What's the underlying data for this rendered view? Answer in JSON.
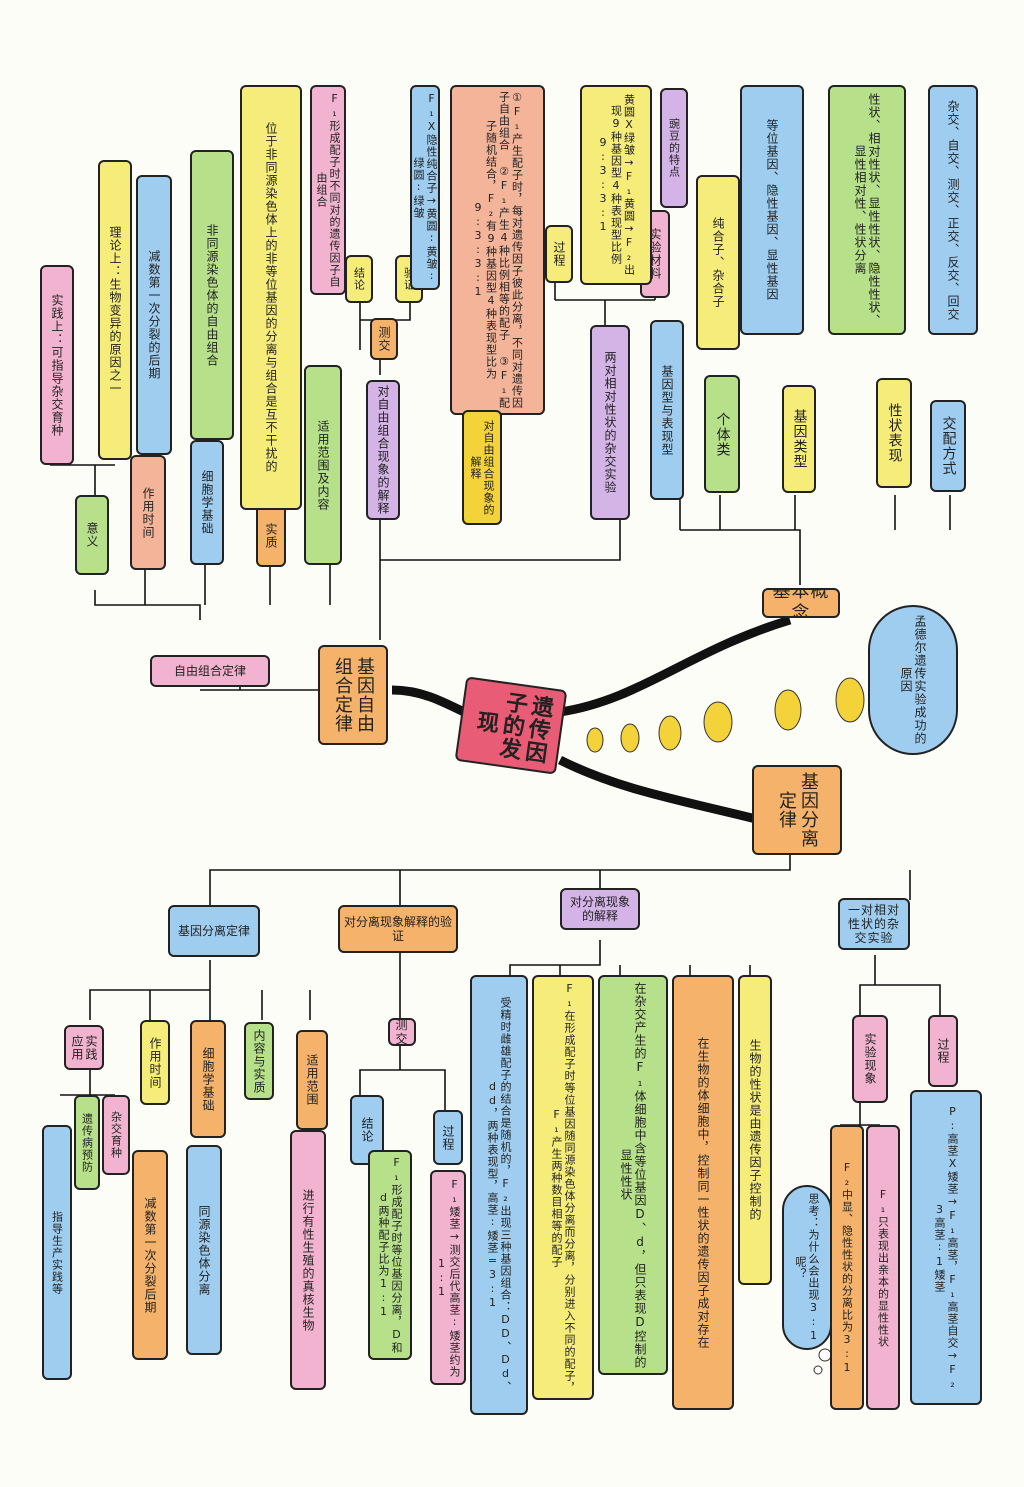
{
  "center": {
    "title": "遗传因子的发现"
  },
  "branches": {
    "concepts": "基本概念",
    "free_combination": "基因自由组合定律",
    "segregation": "基因分离定律",
    "success_reason": "孟德尔遗传实验成功的原因"
  },
  "concepts": {
    "cross_methods": {
      "label": "交配方式",
      "detail": "杂交、自交、测交、正交、反交、回交"
    },
    "traits": {
      "label": "性状表现",
      "detail": "性状、相对性状、显性性状、隐性性状、显性相对性、性状分离"
    },
    "genes": {
      "label": "基因类型",
      "detail": "等位基因、隐性基因、显性基因"
    },
    "individuals": {
      "label": "个体类",
      "detail": "纯合子、杂合子"
    },
    "genotype_phenotype": {
      "label": "基因型与表现型"
    }
  },
  "free": {
    "label": "自由组合定律",
    "two_pairs": "两对相对性状的杂交实验",
    "explain": "对自由组合现象的解释",
    "test": "测交",
    "verify": "验证",
    "conclusion": "结论",
    "scope": "适用范围及内容",
    "essence": "实质",
    "cell_basis": "细胞学基础",
    "time": "作用时间",
    "significance": "意义",
    "materials": "实验材料",
    "process": "过程",
    "process_detail": "黄圆X绿皱→F₁黄圆→F₂出现9种基因型4种表现型比例9:3:3:1",
    "material_detail": "豌豆的特点",
    "explain_detail": "①F₁产生配子时，每对遗传因子彼此分离，不同对遗传因子自由组合 ②F₁产生4种比例相等的配子 ③F₁配子随机结合，F₂有9种基因型4种表现型比为9:3:3:1",
    "explain_note": "对自由组合现象的解释",
    "verify_detail": "F₁X隐性纯合子→黄圆∶黄皱∶绿圆∶绿皱",
    "conclusion_detail": "F₁形成配子时不同对的遗传因子自由组合",
    "essence_detail": "位于非同源染色体上的非等位基因的分离与组合是互不干扰的",
    "cell_detail": "非同源染色体的自由组合",
    "time_detail": "减数第一次分裂的后期",
    "sig_detail": "理论上：生物变异的原因之一",
    "sig_detail2": "实践上：可指导杂交育种"
  },
  "seg": {
    "one_pair": "一对相对性状的杂交实验",
    "explain": "对分离现象的解释",
    "verify": "对分离现象解释的验证",
    "law": "基因分离定律",
    "test": "测交",
    "process": "过程",
    "phenomenon": "实验现象",
    "conclusion": "结论",
    "scope": "适用范围",
    "content": "内容与实质",
    "cell_basis": "细胞学基础",
    "time": "作用时间",
    "application": "实践应用",
    "p_detail": "P:高茎X矮茎→F₁高茎，F₁高茎自交→F₂ 3高茎∶1矮茎",
    "f1_detail": "F₁只表现出亲本的显性性状",
    "f2_detail": "F₂中显、隐性性状的分离比为3:1",
    "think": "思考：为什么会出现3:1呢？",
    "e1": "生物的性状是由遗传因子控制的",
    "e2": "在生物的体细胞中，控制同一性状的遗传因子成对存在",
    "e3": "在杂交产生的F₁体细胞中含等位基因D、d，但只表现D控制的显性性状",
    "e4": "F₁在形成配子时等位基因随同源染色体分离而分离，分别进入不同的配子，F₁产生两种数目相等的配子",
    "e5": "受精时雌雄配子的结合是随机的，F₂出现三种基因组合：DD、Dd、dd，两种表现型，高茎∶矮茎=3:1",
    "test_process": "F₁矮茎→测交后代高茎∶矮茎约为1:1",
    "test_conclusion": "F₁形成配子时等位基因分离，D和d两种配子比为1:1",
    "scope_detail": "进行有性生殖的真核生物",
    "cell_detail": "同源染色体分离",
    "time_detail": "减数第一次分裂后期",
    "app1": "杂交育种",
    "app2": "遗传病预防",
    "app3": "指导生产实践等"
  },
  "colors": {
    "line": "#111111",
    "center": "#e85d75",
    "orange": "#f4b26a",
    "yellow": "#f5ec7a",
    "green": "#b7e08a",
    "blue": "#9fcdf0",
    "pink": "#f2b3d0",
    "purple": "#d4b3e6",
    "salmon": "#f3b49a",
    "gold": "#f3d23a"
  }
}
